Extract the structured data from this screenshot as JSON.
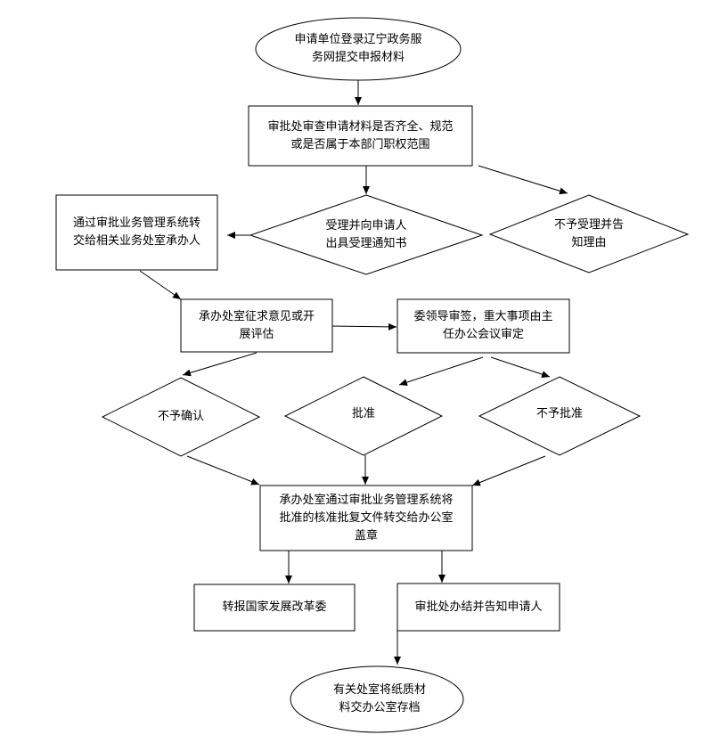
{
  "colors": {
    "stroke": "#000000",
    "fill": "#ffffff",
    "text": "#000000"
  },
  "nodes": {
    "start": {
      "text": "申请单位登录辽宁政务服\n务网提交申报材料"
    },
    "review_materials": {
      "text": "审批处审查申请材料是否齐全、规范\n或是否属于本部门职权范围"
    },
    "accept": {
      "text": "受理并向申请人\n出具受理通知书"
    },
    "reject": {
      "text": "不予受理并告\n知理由"
    },
    "transfer": {
      "text": "通过审批业务管理系统转\n交给相关业务处室承办人"
    },
    "solicit": {
      "text": "承办处室征求意见或开\n展评估"
    },
    "leader_sign": {
      "text": "委领导审签，重大事项由主\n任办公会议审定"
    },
    "not_confirm": {
      "text": "不予确认"
    },
    "approve": {
      "text": "批准"
    },
    "not_approve": {
      "text": "不予批准"
    },
    "forward_approval": {
      "text": "承办处室通过审批业务管理系统将\n批准的核准批复文件转交给办公室\n盖章"
    },
    "report_ndrc": {
      "text": "转报国家发展改革委"
    },
    "notify": {
      "text": "审批处办结并告知申请人"
    },
    "archive": {
      "text": "有关处室将纸质材\n料交办公室存档"
    }
  }
}
